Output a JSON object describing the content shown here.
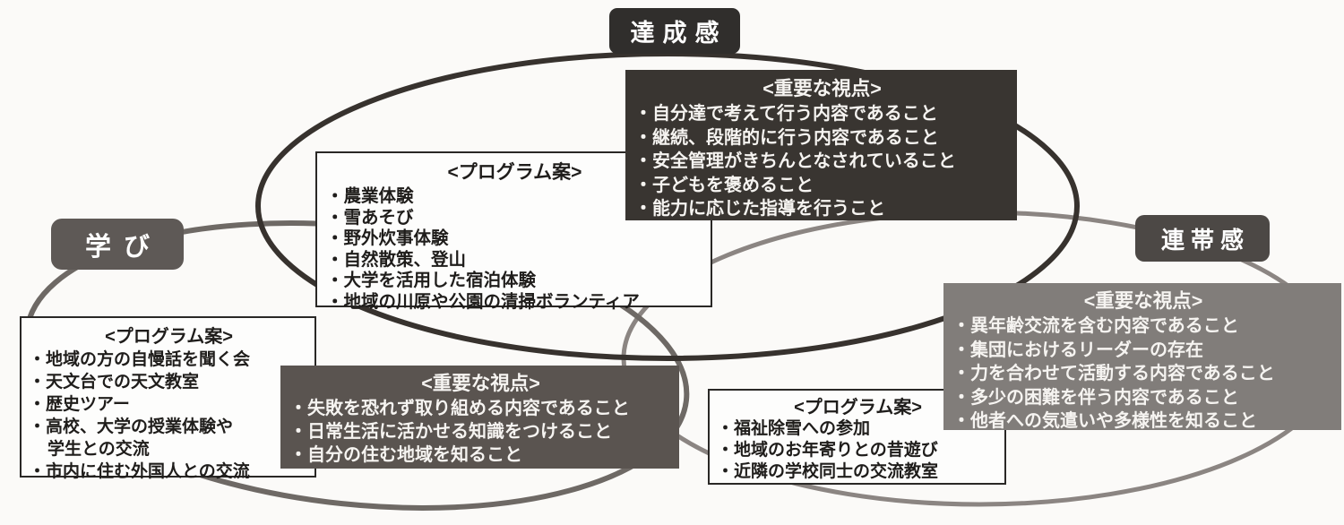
{
  "labels": {
    "achievement": "達成感",
    "learning": "学び",
    "solidarity": "連帯感"
  },
  "boxes": {
    "program_top": {
      "title": "<プログラム案>",
      "items": [
        "・農業体験",
        "・雪あそび",
        "・野外炊事体験",
        "・自然散策、登山",
        "・大学を活用した宿泊体験",
        "・地域の川原や公園の清掃ボランティア"
      ]
    },
    "viewpoint_achievement": {
      "title": "<重要な視点>",
      "items": [
        "・自分達で考えて行う内容であること",
        "・継続、段階的に行う内容であること",
        "・安全管理がきちんとなされていること",
        "・子どもを褒めること",
        "・能力に応じた指導を行うこと"
      ]
    },
    "program_learning": {
      "title": "<プログラム案>",
      "items": [
        "・地域の方の自慢話を聞く会",
        "・天文台での天文教室",
        "・歴史ツアー",
        "・高校、大学の授業体験や",
        "学生との交流",
        "・市内に住む外国人との交流"
      ]
    },
    "viewpoint_learning": {
      "title": "<重要な視点>",
      "items": [
        "・失敗を恐れず取り組める内容であること",
        "・日常生活に活かせる知識をつけること",
        "・自分の住む地域を知ること"
      ]
    },
    "program_solidarity": {
      "title": "<プログラム案>",
      "items": [
        "・福祉除雪への参加",
        "・地域のお年寄りとの昔遊び",
        "・近隣の学校同士の交流教室"
      ]
    },
    "viewpoint_solidarity": {
      "title": "<重要な視点>",
      "items": [
        "・異年齢交流を含む内容であること",
        "・集団におけるリーダーの存在",
        "・力を合わせて活動する内容であること",
        "・多少の困難を伴う内容であること",
        "・他者への気遣いや多様性を知ること"
      ]
    }
  },
  "colors": {
    "background": "#fbfaf8",
    "achievement_ellipse_stroke": "#37322e",
    "learning_ellipse_stroke": "#6e6965",
    "solidarity_ellipse_stroke": "#8b8582",
    "dark_box_bg": "#393531",
    "mid_gray_box_bg": "#5a5450",
    "light_gray_box_bg": "#817d7a",
    "label_achievement_bg": "#302e2c",
    "label_learning_bg": "#5e5956",
    "label_solidarity_bg": "#4c4845",
    "white_box_border": "#2a2826",
    "text_dark": "#1f1d1b",
    "text_light": "#f6f4f1"
  }
}
